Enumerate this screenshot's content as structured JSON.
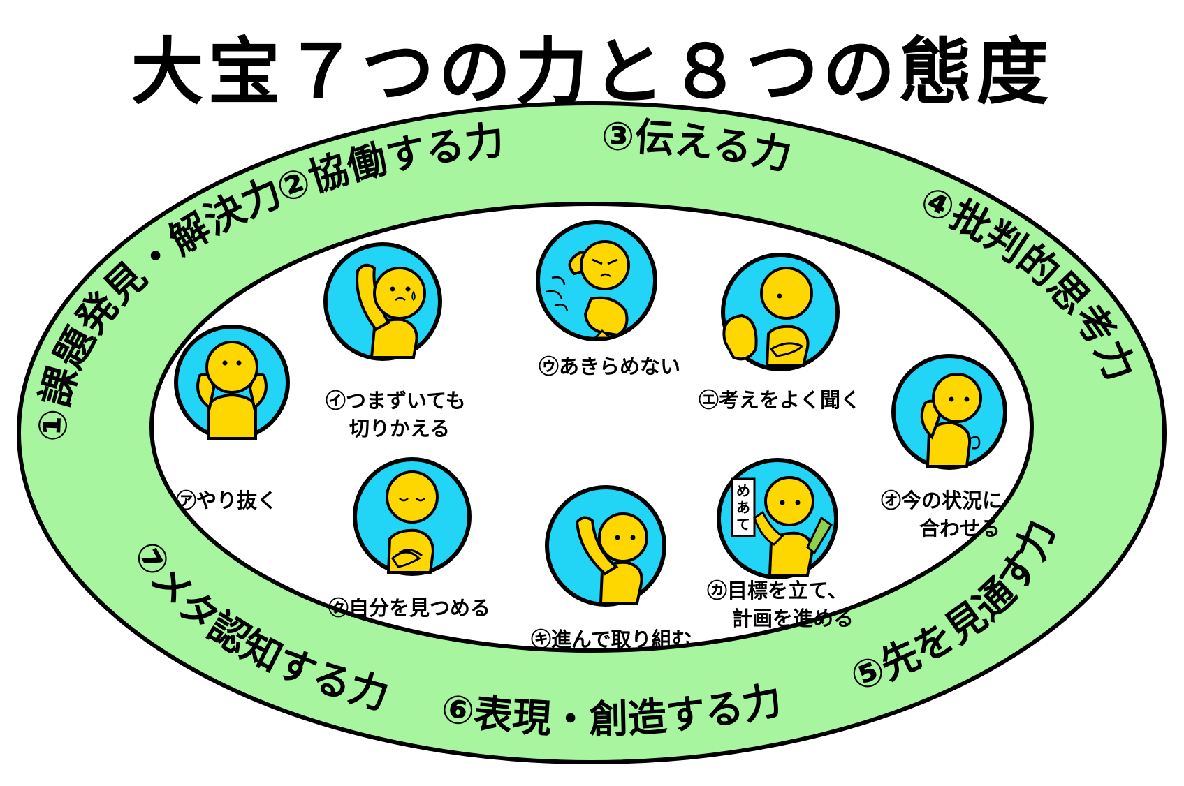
{
  "title": "大宝７つの力と８つの態度",
  "powers": [
    {
      "id": "p1",
      "label": "①課題発見・解決力"
    },
    {
      "id": "p2",
      "label": "②協働する力"
    },
    {
      "id": "p3",
      "label": "③伝える力"
    },
    {
      "id": "p4",
      "label": "④批判的思考力"
    },
    {
      "id": "p5",
      "label": "⑤先を見通す力"
    },
    {
      "id": "p6",
      "label": "⑥表現・創造する力"
    },
    {
      "id": "p7",
      "label": "⑦メタ認知する力"
    }
  ],
  "attitudes": [
    {
      "id": "a",
      "lines": [
        "㋐やり抜く"
      ]
    },
    {
      "id": "i",
      "lines": [
        "㋑つまずいても",
        "切りかえる"
      ]
    },
    {
      "id": "u",
      "lines": [
        "㋒あきらめない"
      ]
    },
    {
      "id": "e",
      "lines": [
        "㋓考えをよく聞く"
      ]
    },
    {
      "id": "o",
      "lines": [
        "㋔今の状況に",
        "合わせる"
      ]
    },
    {
      "id": "ka",
      "lines": [
        "㋕目標を立て、",
        "計画を進める"
      ]
    },
    {
      "id": "ki",
      "lines": [
        "㋖進んで取り組む"
      ]
    },
    {
      "id": "ku",
      "lines": [
        "㋗自分を見つめる"
      ]
    }
  ],
  "sign_text": [
    "め",
    "あ",
    "て"
  ],
  "colors": {
    "ring_fill": "#a8f5a0",
    "badge_fill": "#22d4f5",
    "figure_fill": "#ffd700",
    "outline": "#000000"
  },
  "icons": {
    "a": "arms-raised-figure-icon",
    "i": "raising-hand-figure-icon",
    "u": "running-figure-icon",
    "e": "listening-figure-icon",
    "o": "thinking-figure-icon",
    "ka": "planning-figure-icon",
    "ki": "volunteering-figure-icon",
    "ku": "reflecting-figure-icon"
  }
}
